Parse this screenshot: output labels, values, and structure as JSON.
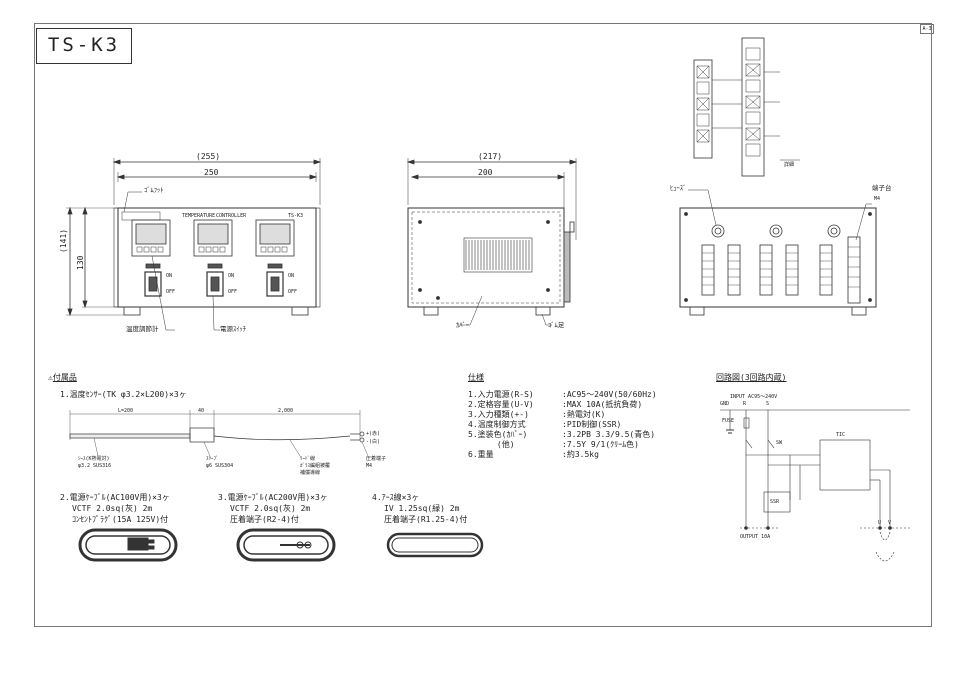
{
  "sheet": {
    "model": "TS-K3",
    "page_mark": "A-3"
  },
  "front_view": {
    "dim_overall": "(255)",
    "dim_body": "250",
    "dim_height": "130",
    "dim_height_overall": "(141)",
    "label_rubber": "ｺﾞﾑﾌｯﾄ",
    "panel_title_left": "TEMPERATURE",
    "panel_title_mid": "CONTROLLER",
    "panel_model": "TS-K3",
    "callout_controller": "温度調節計",
    "callout_switch": "電源ｽｲｯﾁ",
    "switch_on": "ON",
    "switch_off": "OFF"
  },
  "side_view": {
    "dim_overall": "(217)",
    "dim_body": "200",
    "callout_cover": "ｶﾊﾞｰ",
    "callout_foot": "ｺﾞﾑ足"
  },
  "rear_view": {
    "callout_fuse": "ﾋｭｰｽﾞ",
    "callout_terminal": "端子台",
    "callout_terminal_sub": "M4",
    "detail_label": "詳細"
  },
  "accessories": {
    "heading": "付属品",
    "item1": "1.温度ｾﾝｻｰ(TK  φ3.2×L200)×3ヶ",
    "item1_dim_a": "L=200",
    "item1_dim_b": "40",
    "item1_dim_c": "2,000",
    "item1_label_sheath": "ｼｰｽ(K熱電対)",
    "item1_label_sheath_sub": "φ3.2 SUS316",
    "item1_label_sleeve": "ｽﾘｰﾌﾞ",
    "item1_label_sleeve_sub": "φ6 SUS304",
    "item1_label_lead": "ﾘｰﾄﾞ線",
    "item1_label_lead_sub": "ｶﾞﾗｽ編組被覆",
    "item1_label_lead_sub2": "補償導線",
    "item1_label_terminal": "圧着端子",
    "item1_label_terminal_sub": "M4",
    "item1_plus": "+(赤)",
    "item1_minus": "-(白)",
    "item2": "2.電源ｹｰﾌﾞﾙ(AC100V用)×3ヶ",
    "item2_l2": "VCTF 2.0sq(灰) 2m",
    "item2_l3": "ｺﾝｾﾝﾄﾌﾟﾗｸﾞ(15A 125V)付",
    "item3": "3.電源ｹｰﾌﾞﾙ(AC200V用)×3ヶ",
    "item3_l2": "VCTF 2.0sq(灰) 2m",
    "item3_l3": "圧着端子(R2-4)付",
    "item4": "4.ｱｰｽ線×3ヶ",
    "item4_l2": "IV 1.25sq(緑) 2m",
    "item4_l3": "圧着端子(R1.25-4)付"
  },
  "specs": {
    "heading": "仕様",
    "rows": [
      {
        "label": "1.入力電源(R-S)",
        "value": ":AC95～240V(50/60Hz)"
      },
      {
        "label": "2.定格容量(U-V)",
        "value": ":MAX 10A(抵抗負荷)"
      },
      {
        "label": "3.入力種類(+-)",
        "value": ":熱電対(K)"
      },
      {
        "label": "4.温度制御方式",
        "value": ":PID制御(SSR)"
      },
      {
        "label": "5.塗装色(ｶﾊﾞｰ)",
        "value": ":3.2PB 3.3/9.5(青色)"
      },
      {
        "label": "      (他)",
        "value": ":7.5Y 9/1(ｸﾘｰﾑ色)"
      },
      {
        "label": "6.重量",
        "value": ":約3.5kg"
      }
    ]
  },
  "circuit": {
    "heading": "回路図(3回路内蔵)",
    "input_label": "INPUT AC95～240V",
    "gnd": "GND",
    "r": "R",
    "s": "S",
    "fuse": "FUSE",
    "sw": "SW",
    "tic": "TIC",
    "ssr": "SSR",
    "output_label": "OUTPUT 10A",
    "u": "U",
    "v": "V"
  },
  "colors": {
    "line": "#333333",
    "light": "#888888"
  }
}
